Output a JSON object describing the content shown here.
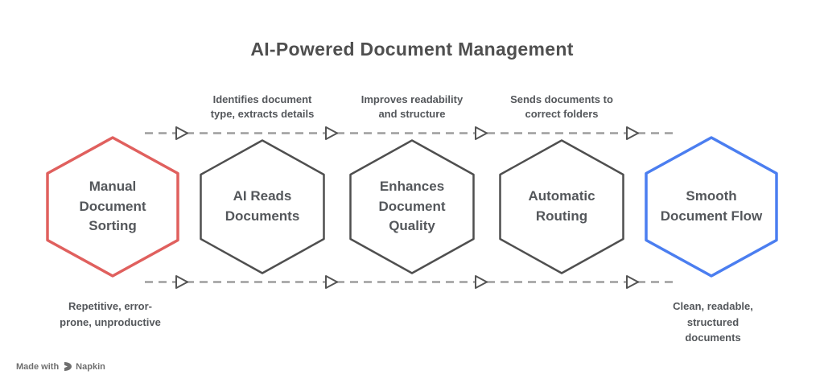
{
  "title": "AI-Powered Document Management",
  "colors": {
    "red": "#E0605E",
    "blue": "#4B7EF0",
    "gray": "#4F4F4F",
    "text": "#54575B",
    "dash": "#9E9E9E",
    "arrow": "#555555",
    "muted": "#6F6F6F"
  },
  "steps": [
    {
      "label": "Manual Document Sorting",
      "lines": [
        "Manual",
        "Document",
        "Sorting"
      ],
      "accent": "red"
    },
    {
      "label": "AI Reads Documents",
      "lines": [
        "AI Reads",
        "Documents"
      ],
      "accent": "gray"
    },
    {
      "label": "Enhances Document Quality",
      "lines": [
        "Enhances",
        "Document",
        "Quality"
      ],
      "accent": "gray"
    },
    {
      "label": "Automatic Routing",
      "lines": [
        "Automatic",
        "Routing"
      ],
      "accent": "gray"
    },
    {
      "label": "Smooth Document Flow",
      "lines": [
        "Smooth",
        "Document Flow"
      ],
      "accent": "blue"
    }
  ],
  "arrow_labels": [
    {
      "label": "Identifies document type, extracts details",
      "lines": [
        "Identifies document",
        "type, extracts details"
      ]
    },
    {
      "label": "Improves readability and structure",
      "lines": [
        "Improves readability",
        "and structure"
      ]
    },
    {
      "label": "Sends documents to correct folders",
      "lines": [
        "Sends documents to",
        "correct folders"
      ]
    }
  ],
  "annotations": {
    "left": {
      "label": "Repetitive, error-prone, unproductive",
      "lines": [
        "Repetitive, error-",
        "prone, unproductive"
      ]
    },
    "right": {
      "label": "Clean, readable, structured documents",
      "lines": [
        "Clean, readable,",
        "structured",
        "documents"
      ]
    }
  },
  "footer": {
    "prefix": "Made with",
    "brand": "Napkin"
  }
}
